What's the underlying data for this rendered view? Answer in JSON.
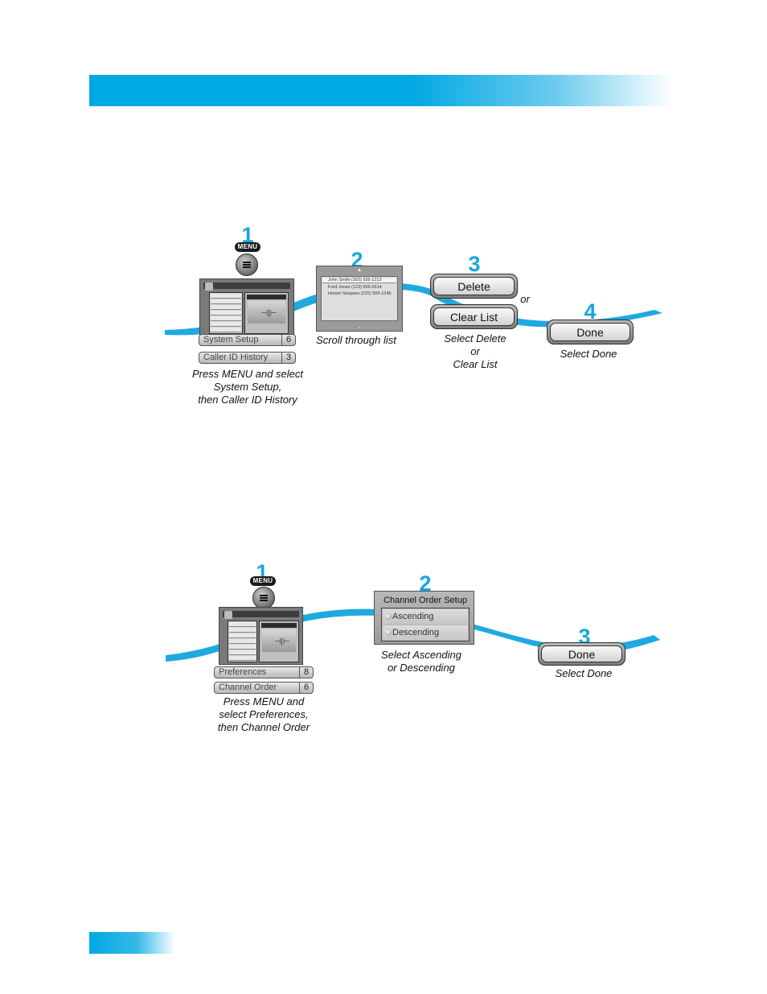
{
  "colors": {
    "accent": "#00a8e4",
    "ribbon": "#1ea9e0",
    "step_number": "#18a6df"
  },
  "section1": {
    "step1": {
      "number": "1",
      "remote_label": "MENU",
      "remote_icon": "menu-button-icon",
      "menu_items": [
        {
          "label": "System Setup",
          "number": "6"
        },
        {
          "label": "Caller ID History",
          "number": "3"
        }
      ],
      "caption": [
        "Press MENU and select",
        "System Setup,",
        "then Caller ID History"
      ]
    },
    "step2": {
      "number": "2",
      "list_rows": [
        "John Smith   (303) 555-1213",
        "Fred Jones   (123) 555-5514",
        "Homer Simpson   (222) 555-1245"
      ],
      "caption": "Scroll through list"
    },
    "step3": {
      "number": "3",
      "buttons": [
        "Delete",
        "Clear List"
      ],
      "or_label": "or",
      "caption": [
        "Select Delete",
        "or",
        "Clear List"
      ]
    },
    "step4": {
      "number": "4",
      "button": "Done",
      "caption": "Select Done"
    }
  },
  "section2": {
    "step1": {
      "number": "1",
      "remote_label": "MENU",
      "remote_icon": "menu-button-icon",
      "menu_items": [
        {
          "label": "Preferences",
          "number": "8"
        },
        {
          "label": "Channel Order",
          "number": "6"
        }
      ],
      "caption": [
        "Press MENU and",
        "select Preferences,",
        "then Channel Order"
      ]
    },
    "step2": {
      "number": "2",
      "dialog_title": "Channel Order Setup",
      "options": [
        "Ascending",
        "Descending"
      ],
      "caption": [
        "Select Ascending",
        "or Descending"
      ]
    },
    "step3": {
      "number": "3",
      "button": "Done",
      "caption": "Select Done"
    }
  }
}
